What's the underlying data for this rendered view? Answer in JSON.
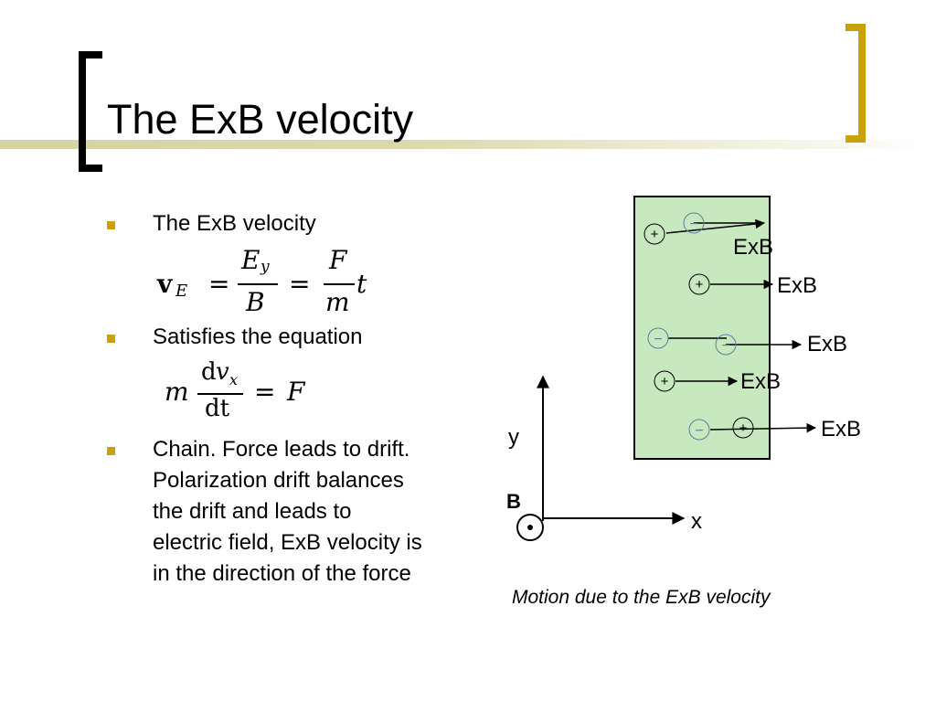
{
  "title": "The ExB velocity",
  "colors": {
    "accent": "#c9a20b",
    "bracket": "#000000",
    "field_panel": "#c8e8c0"
  },
  "bullets": [
    {
      "text": "The ExB velocity"
    },
    {
      "text": "Satisfies the equation"
    },
    {
      "lines": [
        "Chain. Force leads to drift.",
        "Polarization drift balances",
        "the drift and leads to",
        "electric field, ExB velocity is",
        "in the direction of the force"
      ]
    }
  ],
  "equations": {
    "eq1": {
      "lhs_v": "v",
      "lhs_sub": "E",
      "eq": "=",
      "n1": "E",
      "n1_sub": "y",
      "d1": "B",
      "n2": "F",
      "d2": "m",
      "tail": "t"
    },
    "eq2": {
      "pre": "m",
      "num_d": "d",
      "num_v": "v",
      "num_sub": "x",
      "den": "dt",
      "eq": "=",
      "rhs": "F"
    }
  },
  "figure": {
    "drift_label": "ExB",
    "axis_y": "y",
    "axis_x": "x",
    "field_label": "B",
    "plus": "+",
    "minus": "−"
  },
  "caption": "Motion due to the ExB velocity"
}
